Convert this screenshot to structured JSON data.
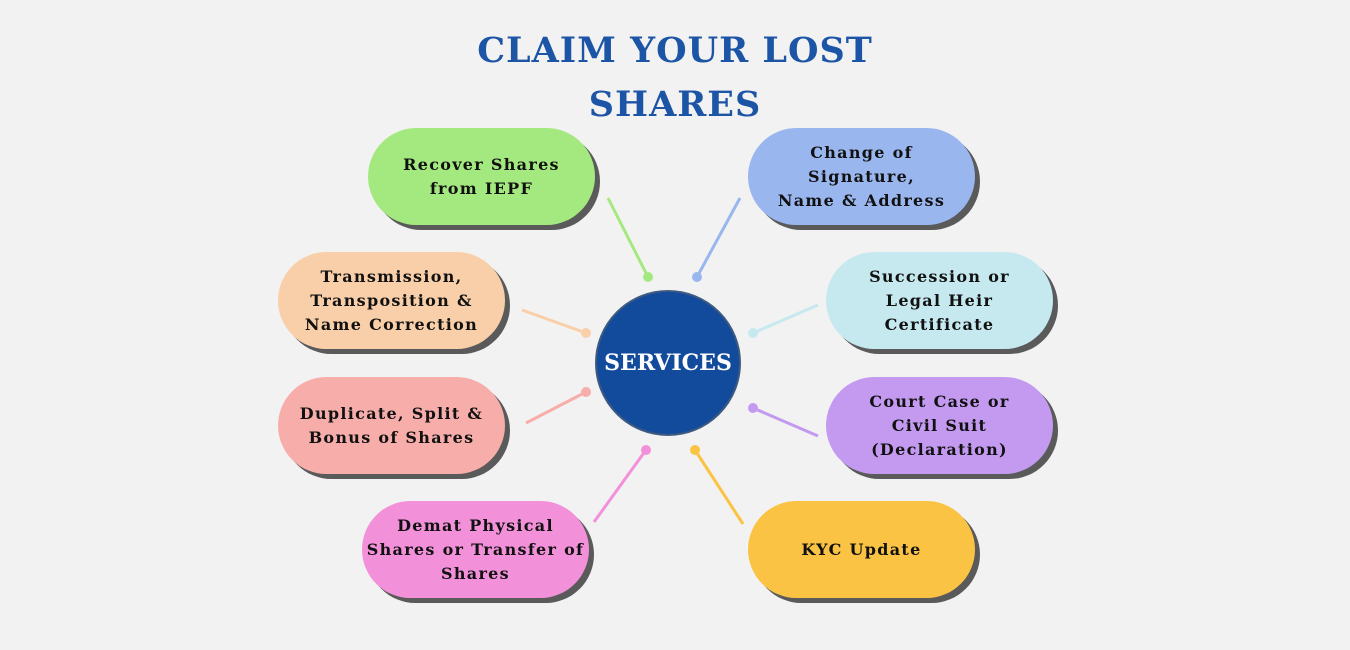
{
  "title": {
    "line1": "CLAIM YOUR LOST",
    "line2": "SHARES"
  },
  "center": {
    "label": "SERVICES",
    "color": "#134b9c"
  },
  "services": [
    {
      "label": "Recover Shares\nfrom IEPF",
      "color": "#a4e97f"
    },
    {
      "label": "Change of\nSignature,\nName & Address",
      "color": "#9ab6ef"
    },
    {
      "label": "Transmission,\nTransposition &\nName Correction",
      "color": "#f8cfa8"
    },
    {
      "label": "Succession or\nLegal Heir\nCertificate",
      "color": "#c5e9ef"
    },
    {
      "label": "Duplicate, Split &\nBonus of Shares",
      "color": "#f7aeab"
    },
    {
      "label": "Court Case or\nCivil Suit\n(Declaration)",
      "color": "#c39af0"
    },
    {
      "label": "Demat Physical\nShares or Transfer of\nShares",
      "color": "#f291d9"
    },
    {
      "label": "KYC Update",
      "color": "#fbc343"
    }
  ]
}
